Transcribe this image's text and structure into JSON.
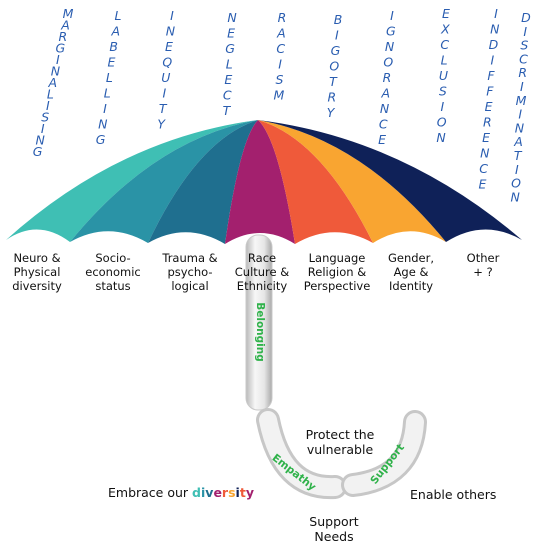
{
  "rain_words": [
    "MARGINALISING",
    "LABELLING",
    "INEQUITY",
    "NEGLECT",
    "RACISM",
    "BIGOTRY",
    "IGNORANCE",
    "EXCLUSION",
    "INDIFFERENCE",
    "DISCRIMINATION"
  ],
  "segments": [
    {
      "label": "Neuro &\nPhysical\ndiversity",
      "color": "#3fbfb4"
    },
    {
      "label": "Socio-\neconomic\nstatus",
      "color": "#2a93a6"
    },
    {
      "label": "Trauma &\npsycho-\nlogical",
      "color": "#1f6f8f"
    },
    {
      "label": "Race\nCulture &\nEthnicity",
      "color": "#a3206e"
    },
    {
      "label": "Language\nReligion &\nPerspective",
      "color": "#ef5a3a"
    },
    {
      "label": "Gender,\nAge &\nIdentity",
      "color": "#f9a531"
    },
    {
      "label": "Other\n+ ?",
      "color": "#0f2158"
    }
  ],
  "values": {
    "belonging": "Belonging",
    "empathy": "Empathy",
    "support": "Support"
  },
  "captions": {
    "protect": "Protect the\nvulnerable",
    "embrace_prefix": "Embrace our ",
    "diversity_word": "diversity",
    "enable": "Enable others",
    "support_needs": "Support\nNeeds"
  },
  "diversity_colors": [
    "#3fbfb4",
    "#2a93a6",
    "#1f6f8f",
    "#a3206e",
    "#ef5a3a",
    "#f9a531",
    "#0f2158",
    "#ef5a3a",
    "#a3206e"
  ]
}
